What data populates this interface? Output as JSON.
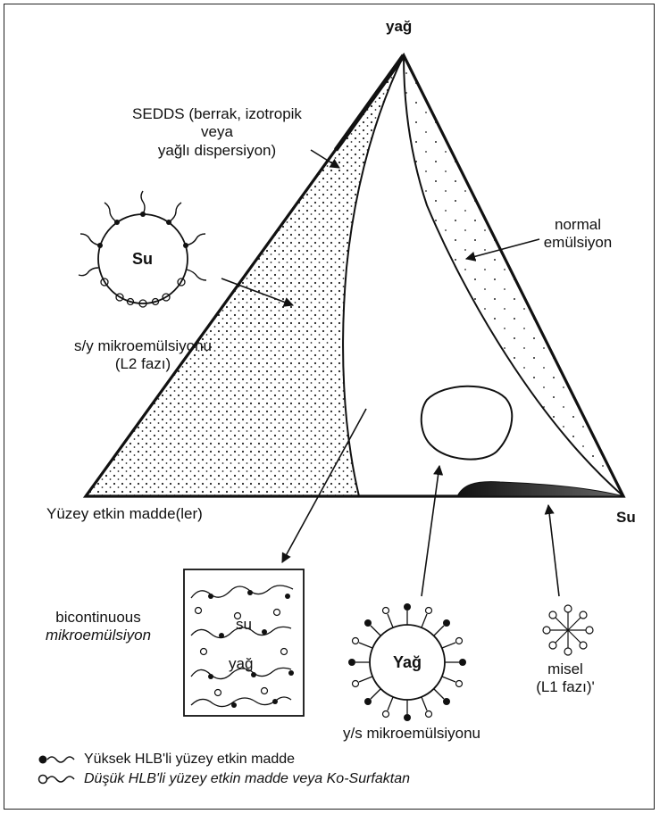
{
  "labels": {
    "oil_vertex": "yağ",
    "water_vertex": "Su",
    "surfactant_vertex": "Yüzey etkin madde(ler)",
    "sedds": [
      "SEDDS (berrak, izotropik",
      "veya",
      "yağlı dispersiyon)"
    ],
    "normal_emulsion": [
      "normal",
      "emülsiyon"
    ],
    "wo_micro": [
      "s/y mikroemülsiyonu",
      "(L2 fazı)"
    ],
    "wo_core": "Su",
    "bicontinuous": [
      "bicontinuous",
      "mikroemülsiyon"
    ],
    "bic_water": "su",
    "bic_oil": "yağ",
    "ow_core": "Yağ",
    "ow_micro": "y/s mikroemülsiyonu",
    "micelle": [
      "misel",
      "(L1 fazı)'"
    ]
  },
  "legend": [
    {
      "icon": "high-hlb-surfactant-icon",
      "text": "Yüksek HLB'li yüzey etkin madde"
    },
    {
      "icon": "low-hlb-surfactant-icon",
      "text": "Düşük HLB'li yüzey etkin madde veya Ko-Surfaktan"
    }
  ],
  "colors": {
    "ink": "#111111",
    "shade": "#555555"
  }
}
